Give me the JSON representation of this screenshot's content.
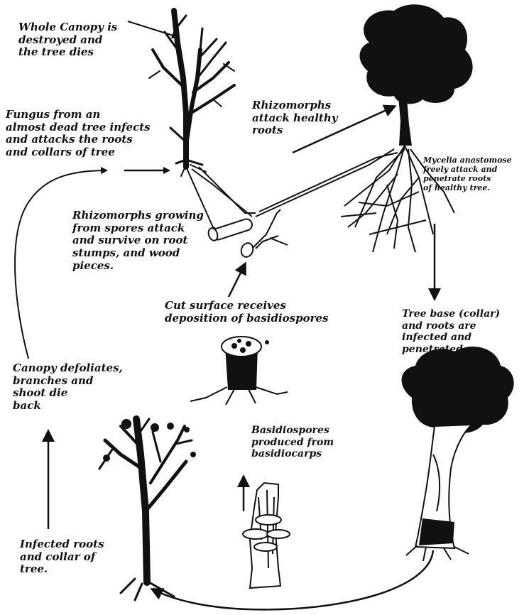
{
  "diagram": {
    "labels": {
      "whole_canopy": [
        "Whole Canopy is",
        "destroyed and",
        "the tree dies"
      ],
      "fungus_infects": [
        "Fungus from an",
        "almost dead tree infects",
        "and attacks the roots",
        "and collars of tree"
      ],
      "rhizomorphs_attack": [
        "Rhizomorphs",
        "attack healthy",
        "roots"
      ],
      "mycelia": [
        "Mycelia anastomose",
        "freely attack and",
        "penetrate roots",
        "of healthy tree."
      ],
      "rhizomorphs_growing": [
        "Rhizomorphs growing",
        "from spores attack",
        "and survive on root",
        "stumps, and wood",
        "pieces."
      ],
      "cut_surface": [
        "Cut surface receives",
        "deposition of basidiospores"
      ],
      "tree_base": [
        "Tree base (collar)",
        "and roots are",
        "infected and",
        "penetrated."
      ],
      "canopy_defoliates": [
        "Canopy defoliates,",
        "branches and",
        "shoot die",
        "back"
      ],
      "basidiospores": [
        "Basidiospores",
        "produced from",
        "basidiocarps"
      ],
      "infected_roots": [
        "Infected roots",
        "and collar of",
        "tree."
      ]
    },
    "colors": {
      "ink": "#111111",
      "background": "#ffffff"
    }
  }
}
